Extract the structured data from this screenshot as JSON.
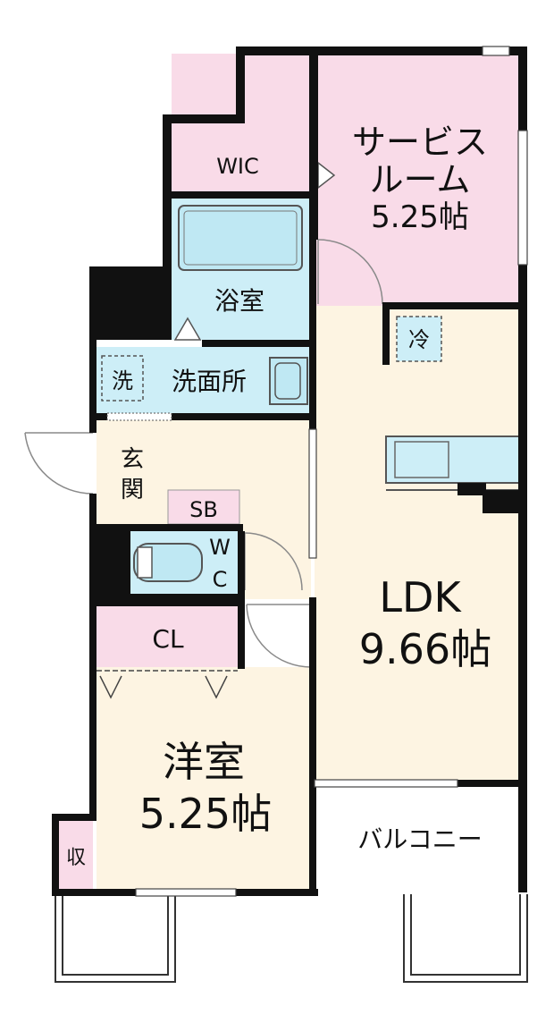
{
  "colors": {
    "wall": "#111111",
    "pink": "#f9dbe8",
    "blue": "#cdeef7",
    "cream": "#fdf4e2",
    "white": "#ffffff",
    "door": "#8a8a8a"
  },
  "rooms": {
    "wic": "WIC",
    "service_name_1": "サービス",
    "service_name_2": "ルーム",
    "service_size": "5.25帖",
    "bath": "浴室",
    "washroom": "洗面所",
    "washer": "洗",
    "fridge": "冷",
    "entrance_1": "玄",
    "entrance_2": "関",
    "shoe_box": "SB",
    "wc_1": "W",
    "wc_2": "C",
    "closet": "CL",
    "ldk_name": "LDK",
    "ldk_size": "9.66帖",
    "western_name": "洋室",
    "western_size": "5.25帖",
    "storage": "収",
    "balcony": "バルコニー"
  }
}
